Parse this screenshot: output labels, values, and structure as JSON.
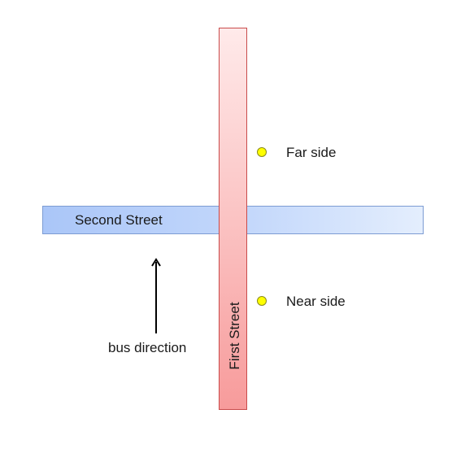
{
  "streets": {
    "second_street": {
      "label": "Second Street",
      "color": "#aac6f8"
    },
    "first_street": {
      "label": "First Street",
      "color": "#f79b9b"
    }
  },
  "stops": {
    "far_side": {
      "label": "Far side",
      "color": "#ffff00"
    },
    "near_side": {
      "label": "Near side",
      "color": "#ffff00"
    }
  },
  "bus": {
    "label": "bus direction",
    "arrow_icon": "up-arrow-icon"
  }
}
